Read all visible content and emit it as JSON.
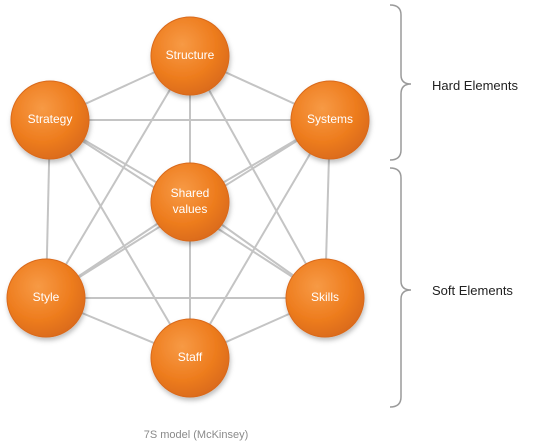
{
  "nodes": [
    {
      "id": "structure",
      "label": "Structure"
    },
    {
      "id": "strategy",
      "label": "Strategy"
    },
    {
      "id": "systems",
      "label": "Systems"
    },
    {
      "id": "shared",
      "label": "Shared values"
    },
    {
      "id": "style",
      "label": "Style"
    },
    {
      "id": "skills",
      "label": "Skills"
    },
    {
      "id": "staff",
      "label": "Staff"
    }
  ],
  "groups": {
    "hard": "Hard Elements",
    "soft": "Soft Elements"
  },
  "caption": "7S model (McKinsey)",
  "colors": {
    "node_fill": "#ee7d1f",
    "node_stroke": "#d9691a",
    "connector": "#c4c4c4",
    "bracket": "#9a9a9a"
  }
}
